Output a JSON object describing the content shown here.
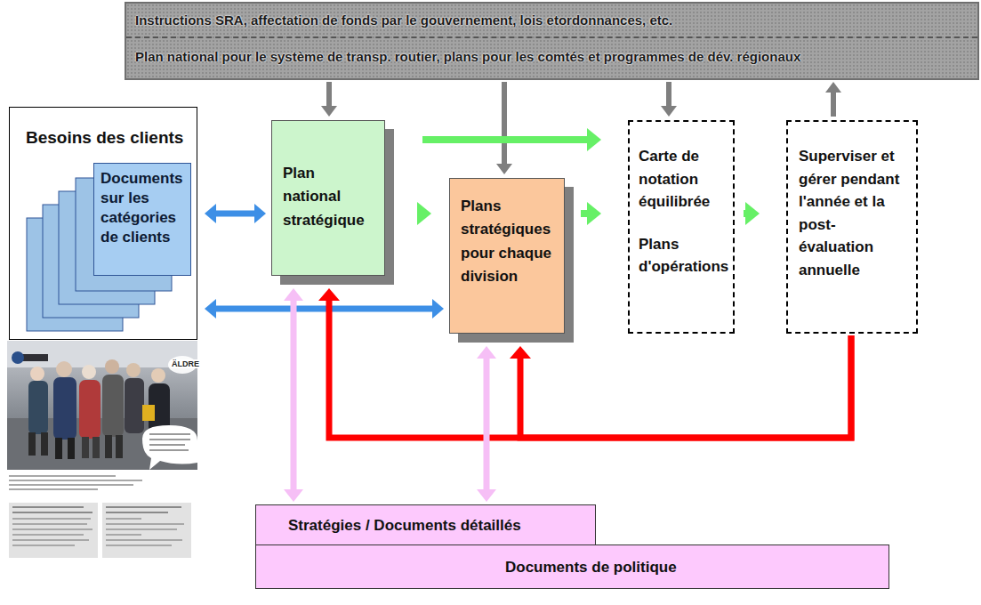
{
  "diagram": {
    "nodes": [
      {
        "text": [
          "Instructions SRA, affectation de fonds par le gouvernement, lois etordonnances, etc.",
          "Plan national pour le système de transp. routier, plans pour les comtés et programmes de dév. régionaux"
        ]
      },
      {
        "text": [
          "Besoins des clients"
        ]
      },
      {
        "text": [
          "Documents sur les catégories de clients"
        ],
        "in": 1
      },
      {
        "text": [
          "Plan national stratégique"
        ]
      },
      {
        "text": [
          "Plans stratégiques pour chaque division"
        ]
      },
      {
        "text": [
          "Carte de notation équilibrée",
          "Plans d'opérations"
        ]
      },
      {
        "text": [
          "Superviser et gérer pendant l'année et la post-évaluation annuelle"
        ]
      },
      {
        "text": [
          "Stratégies / Documents détaillés"
        ]
      },
      {
        "text": [
          "Documents de politique"
        ]
      }
    ],
    "edges": [
      {
        "from": 0,
        "to": 3,
        "arrow": "to"
      },
      {
        "from": 0,
        "to": 4,
        "arrow": "to"
      },
      {
        "from": 0,
        "to": 5,
        "arrow": "to"
      },
      {
        "from": 6,
        "to": 0,
        "arrow": "to"
      },
      {
        "from": 1,
        "to": 3,
        "arrow": "both"
      },
      {
        "from": 1,
        "to": 4,
        "arrow": "both"
      },
      {
        "from": 3,
        "to": 5,
        "arrow": "to"
      },
      {
        "from": 3,
        "to": 4,
        "arrow": "to"
      },
      {
        "from": 4,
        "to": 5,
        "arrow": "to"
      },
      {
        "from": 5,
        "to": 6,
        "arrow": "to"
      },
      {
        "from": 6,
        "to": 3,
        "arrow": "to"
      },
      {
        "from": 6,
        "to": 4,
        "arrow": "to"
      },
      {
        "from": 3,
        "to": 7,
        "arrow": "both"
      },
      {
        "from": 4,
        "to": 7,
        "arrow": "both"
      }
    ],
    "labels": [
      "ÄLDRE"
    ]
  }
}
